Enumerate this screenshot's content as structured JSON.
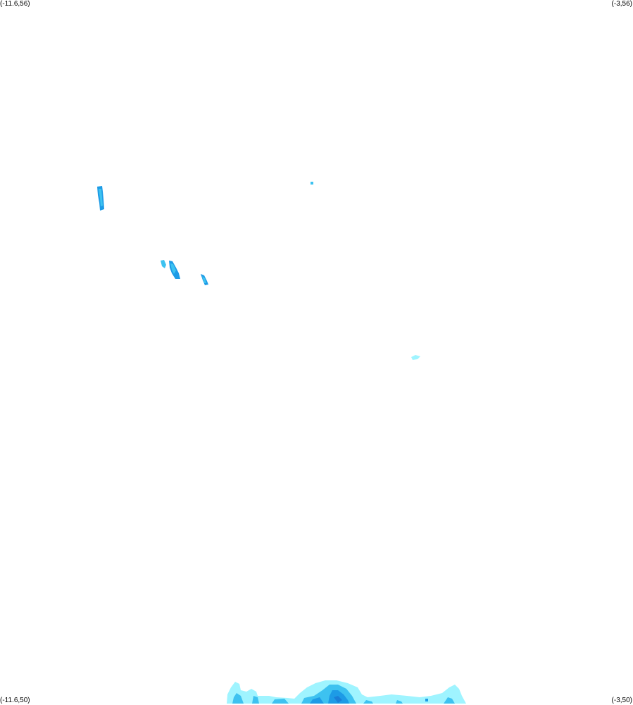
{
  "corners": {
    "top_left": "(-11.6,56)",
    "top_right": "(-3,56)",
    "bottom_left": "(-11.6,50)",
    "bottom_right": "(-3,50)"
  },
  "colors": {
    "light": "#9ff4ff",
    "mid": "#3dc2f0",
    "dark": "#1d9be6",
    "deep": "#1a7fd8"
  }
}
